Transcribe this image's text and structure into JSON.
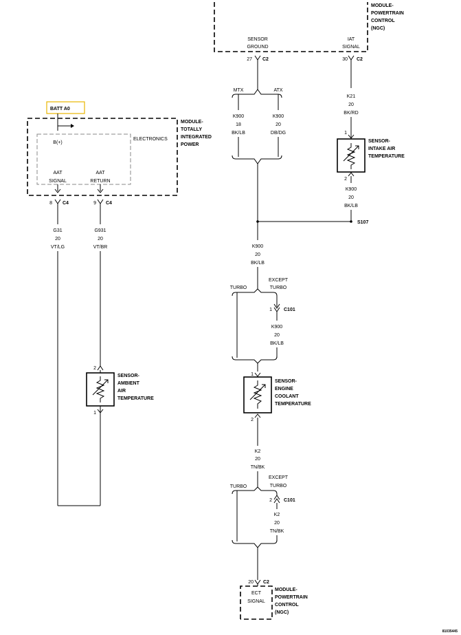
{
  "pcm_top": {
    "title": [
      "MODULE-",
      "POWERTRAIN",
      "CONTROL",
      "(NGC)"
    ],
    "pin_ground": [
      "SENSOR",
      "GROUND"
    ],
    "pin_iat": [
      "IAT",
      "SIGNAL"
    ]
  },
  "conn_27": {
    "pin": "27",
    "conn": "C2"
  },
  "conn_30": {
    "pin": "30",
    "conn": "C2"
  },
  "splice_mtx": "MTX",
  "splice_atx": "ATX",
  "wire_k900_mtx": [
    "K900",
    "18",
    "BK/LB"
  ],
  "wire_k900_atx": [
    "K900",
    "20",
    "DB/DG"
  ],
  "wire_k21": [
    "K21",
    "20",
    "BK/RD"
  ],
  "iat_sensor": {
    "title": [
      "SENSOR-",
      "INTAKE AIR",
      "TEMPERATURE"
    ],
    "pin1": "1",
    "pin2": "2"
  },
  "wire_k900_iat": [
    "K900",
    "20",
    "BK/LB"
  ],
  "splice_s107": "S107",
  "wire_k900_main": [
    "K900",
    "20",
    "BK/LB"
  ],
  "turbo_1": "TURBO",
  "except_turbo_1": [
    "EXCEPT",
    "TURBO"
  ],
  "c101_1": {
    "pin": "1",
    "conn": "C101"
  },
  "wire_k900_c101": [
    "K900",
    "20",
    "BK/LB"
  ],
  "ect_sensor": {
    "title": [
      "SENSOR-",
      "ENGINE",
      "COOLANT",
      "TEMPERATURE"
    ],
    "pin1": "1",
    "pin2": "2"
  },
  "wire_k2": [
    "K2",
    "20",
    "TN/BK"
  ],
  "turbo_2": "TURBO",
  "except_turbo_2": [
    "EXCEPT",
    "TURBO"
  ],
  "c101_2": {
    "pin": "2",
    "conn": "C101"
  },
  "wire_k2_c101": [
    "K2",
    "20",
    "TN/BK"
  ],
  "conn_20": {
    "pin": "20",
    "conn": "C2"
  },
  "pcm_bottom": {
    "pin_ect": [
      "ECT",
      "SIGNAL"
    ],
    "title": [
      "MODULE-",
      "POWERTRAIN",
      "CONTROL",
      "(NGC)"
    ]
  },
  "batt_label": "BATT A0",
  "tipm": {
    "title": [
      "MODULE-",
      "TOTALLY",
      "INTEGRATED",
      "POWER"
    ],
    "electronics": "ELECTRONICS",
    "bplus": "B(+)",
    "pin_signal": [
      "AAT",
      "SIGNAL"
    ],
    "pin_return": [
      "AAT",
      "RETURN"
    ]
  },
  "conn_8": {
    "pin": "8",
    "conn": "C4"
  },
  "conn_9": {
    "pin": "9",
    "conn": "C4"
  },
  "wire_g31": [
    "G31",
    "20",
    "VT/LG"
  ],
  "wire_g931": [
    "G931",
    "20",
    "VT/BR"
  ],
  "aat_sensor": {
    "title": [
      "SENSOR-",
      "AMBIENT",
      "AIR",
      "TEMPERATURE"
    ],
    "pin2": "2",
    "pin1": "1"
  },
  "diagram_id": "81035445"
}
